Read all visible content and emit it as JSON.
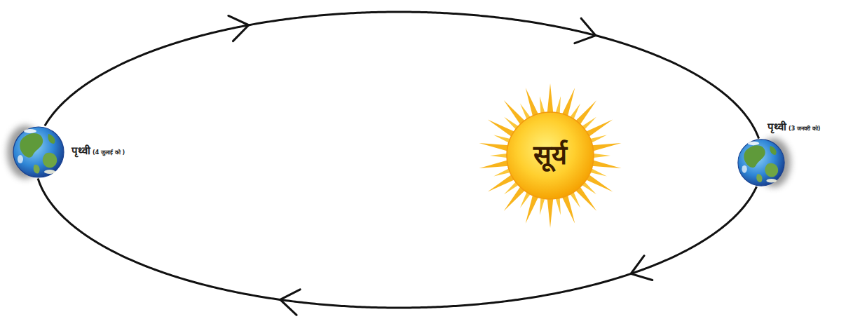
{
  "diagram": {
    "nodes": [
      {
        "text": [
          "पृथ्वी",
          "(4 जुलाई को )"
        ]
      },
      {
        "text": [
          "सूर्य"
        ]
      },
      {
        "text": [
          "पृथ्वी",
          "(3 जनवरी को)"
        ]
      }
    ],
    "edges": [
      {
        "from": 0,
        "to": 2,
        "arrow": "to"
      },
      {
        "from": 2,
        "to": 0,
        "arrow": "to"
      }
    ]
  }
}
